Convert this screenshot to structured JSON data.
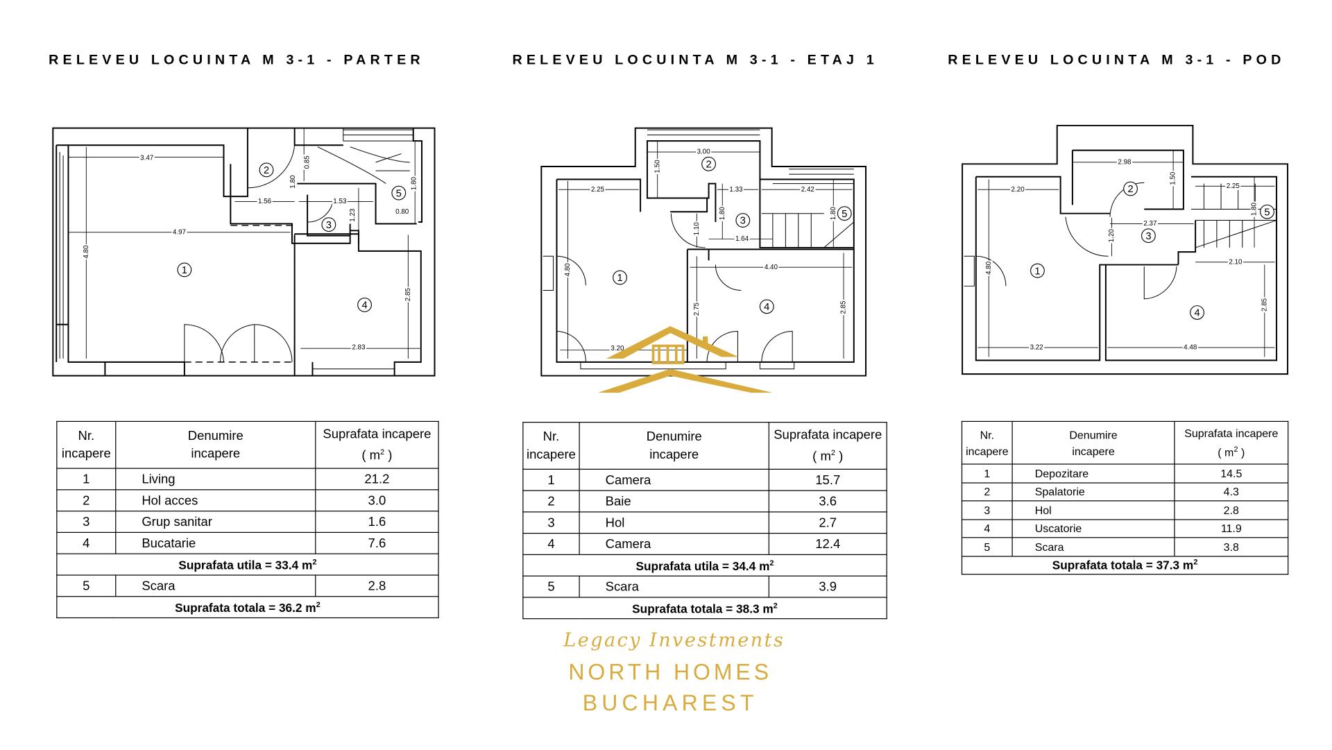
{
  "titles": [
    "RELEVEU  LOCUINTA M 3-1 - PARTER",
    "RELEVEU  LOCUINTA M 3-1 - ETAJ 1",
    "RELEVEU  LOCUINTA M 3-1 - POD"
  ],
  "plans": [
    {
      "dims": [
        "3.47",
        "0.85",
        "1.80",
        "1.56",
        "1.53",
        "1.23",
        "0.80",
        "1.80",
        "4.97",
        "4.80",
        "2.85",
        "2.83"
      ],
      "rooms": [
        "1",
        "2",
        "3",
        "4",
        "5"
      ]
    },
    {
      "dims": [
        "3.00",
        "1.50",
        "2.25",
        "1.33",
        "2.42",
        "1.80",
        "1.80",
        "1.10",
        "1.64",
        "4.40",
        "4.80",
        "2.75",
        "2.85",
        "3.20"
      ],
      "rooms": [
        "1",
        "2",
        "3",
        "4",
        "5"
      ]
    },
    {
      "dims": [
        "2.98",
        "1.50",
        "2.20",
        "2.25",
        "1.80",
        "2.37",
        "1.20",
        "2.10",
        "4.80",
        "2.85",
        "3.22",
        "4.48"
      ],
      "rooms": [
        "1",
        "2",
        "3",
        "4",
        "5"
      ]
    }
  ],
  "table_headers": {
    "nr_1": "Nr.",
    "nr_2": "incapere",
    "name_1": "Denumire",
    "name_2": "incapere",
    "area_1": "Suprafata incapere",
    "area_2": "( m",
    "area_sup": "2",
    "area_3": " )"
  },
  "tables": [
    {
      "rows": [
        {
          "nr": "1",
          "name": "Living",
          "area": "21.2"
        },
        {
          "nr": "2",
          "name": "Hol acces",
          "area": "3.0"
        },
        {
          "nr": "3",
          "name": "Grup sanitar",
          "area": "1.6"
        },
        {
          "nr": "4",
          "name": "Bucatarie",
          "area": "7.6"
        }
      ],
      "utila": "Suprafata utila = 33.4 m",
      "extra": {
        "nr": "5",
        "name": "Scara",
        "area": "2.8"
      },
      "totala": "Suprafata totala = 36.2 m"
    },
    {
      "rows": [
        {
          "nr": "1",
          "name": "Camera",
          "area": "15.7"
        },
        {
          "nr": "2",
          "name": "Baie",
          "area": "3.6"
        },
        {
          "nr": "3",
          "name": "Hol",
          "area": "2.7"
        },
        {
          "nr": "4",
          "name": "Camera",
          "area": "12.4"
        }
      ],
      "utila": "Suprafata utila = 34.4 m",
      "extra": {
        "nr": "5",
        "name": "Scara",
        "area": "3.9"
      },
      "totala": "Suprafata totala = 38.3 m"
    },
    {
      "rows": [
        {
          "nr": "1",
          "name": "Depozitare",
          "area": "14.5"
        },
        {
          "nr": "2",
          "name": "Spalatorie",
          "area": "4.3"
        },
        {
          "nr": "3",
          "name": "Hol",
          "area": "2.8"
        },
        {
          "nr": "4",
          "name": "Uscatorie",
          "area": "11.9"
        },
        {
          "nr": "5",
          "name": "Scara",
          "area": "3.8"
        }
      ],
      "totala": "Suprafata totala = 37.3 m"
    }
  ],
  "sup2": "2",
  "watermark": {
    "script": "Legacy Investments",
    "brand_1": "NORTH HOMES",
    "brand_2": "BUCHAREST",
    "color": "#d9ab3c"
  }
}
